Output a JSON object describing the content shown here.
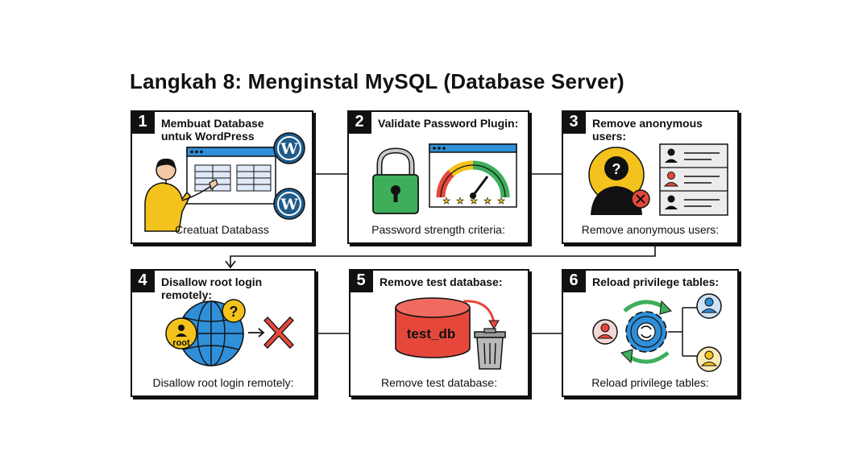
{
  "title": "Langkah 8: Menginstal MySQL (Database Server)",
  "steps": [
    {
      "number": "1",
      "title": "Membuat Database\nuntuk WordPress",
      "caption": "Creatuat Databass"
    },
    {
      "number": "2",
      "title": "Validate Password Plugin:",
      "caption": "Password strength criteria:"
    },
    {
      "number": "3",
      "title": "Remove anonymous users:",
      "caption": "Remove anonymous users:"
    },
    {
      "number": "4",
      "title": "Disallow root login remotely:",
      "caption": "Disallow root login remotely:"
    },
    {
      "number": "5",
      "title": "Remove test database:",
      "caption": "Remove test database:"
    },
    {
      "number": "6",
      "title": "Reload privilege tables:",
      "caption": "Reload privilege tables:"
    }
  ],
  "labels": {
    "root": "root",
    "test_db": "test_db",
    "question": "?"
  },
  "colors": {
    "yellow": "#f4c21c",
    "green": "#3fae5a",
    "red": "#e5483b",
    "blue": "#2f8fd8",
    "dark": "#111111",
    "shadow": "#111111"
  }
}
